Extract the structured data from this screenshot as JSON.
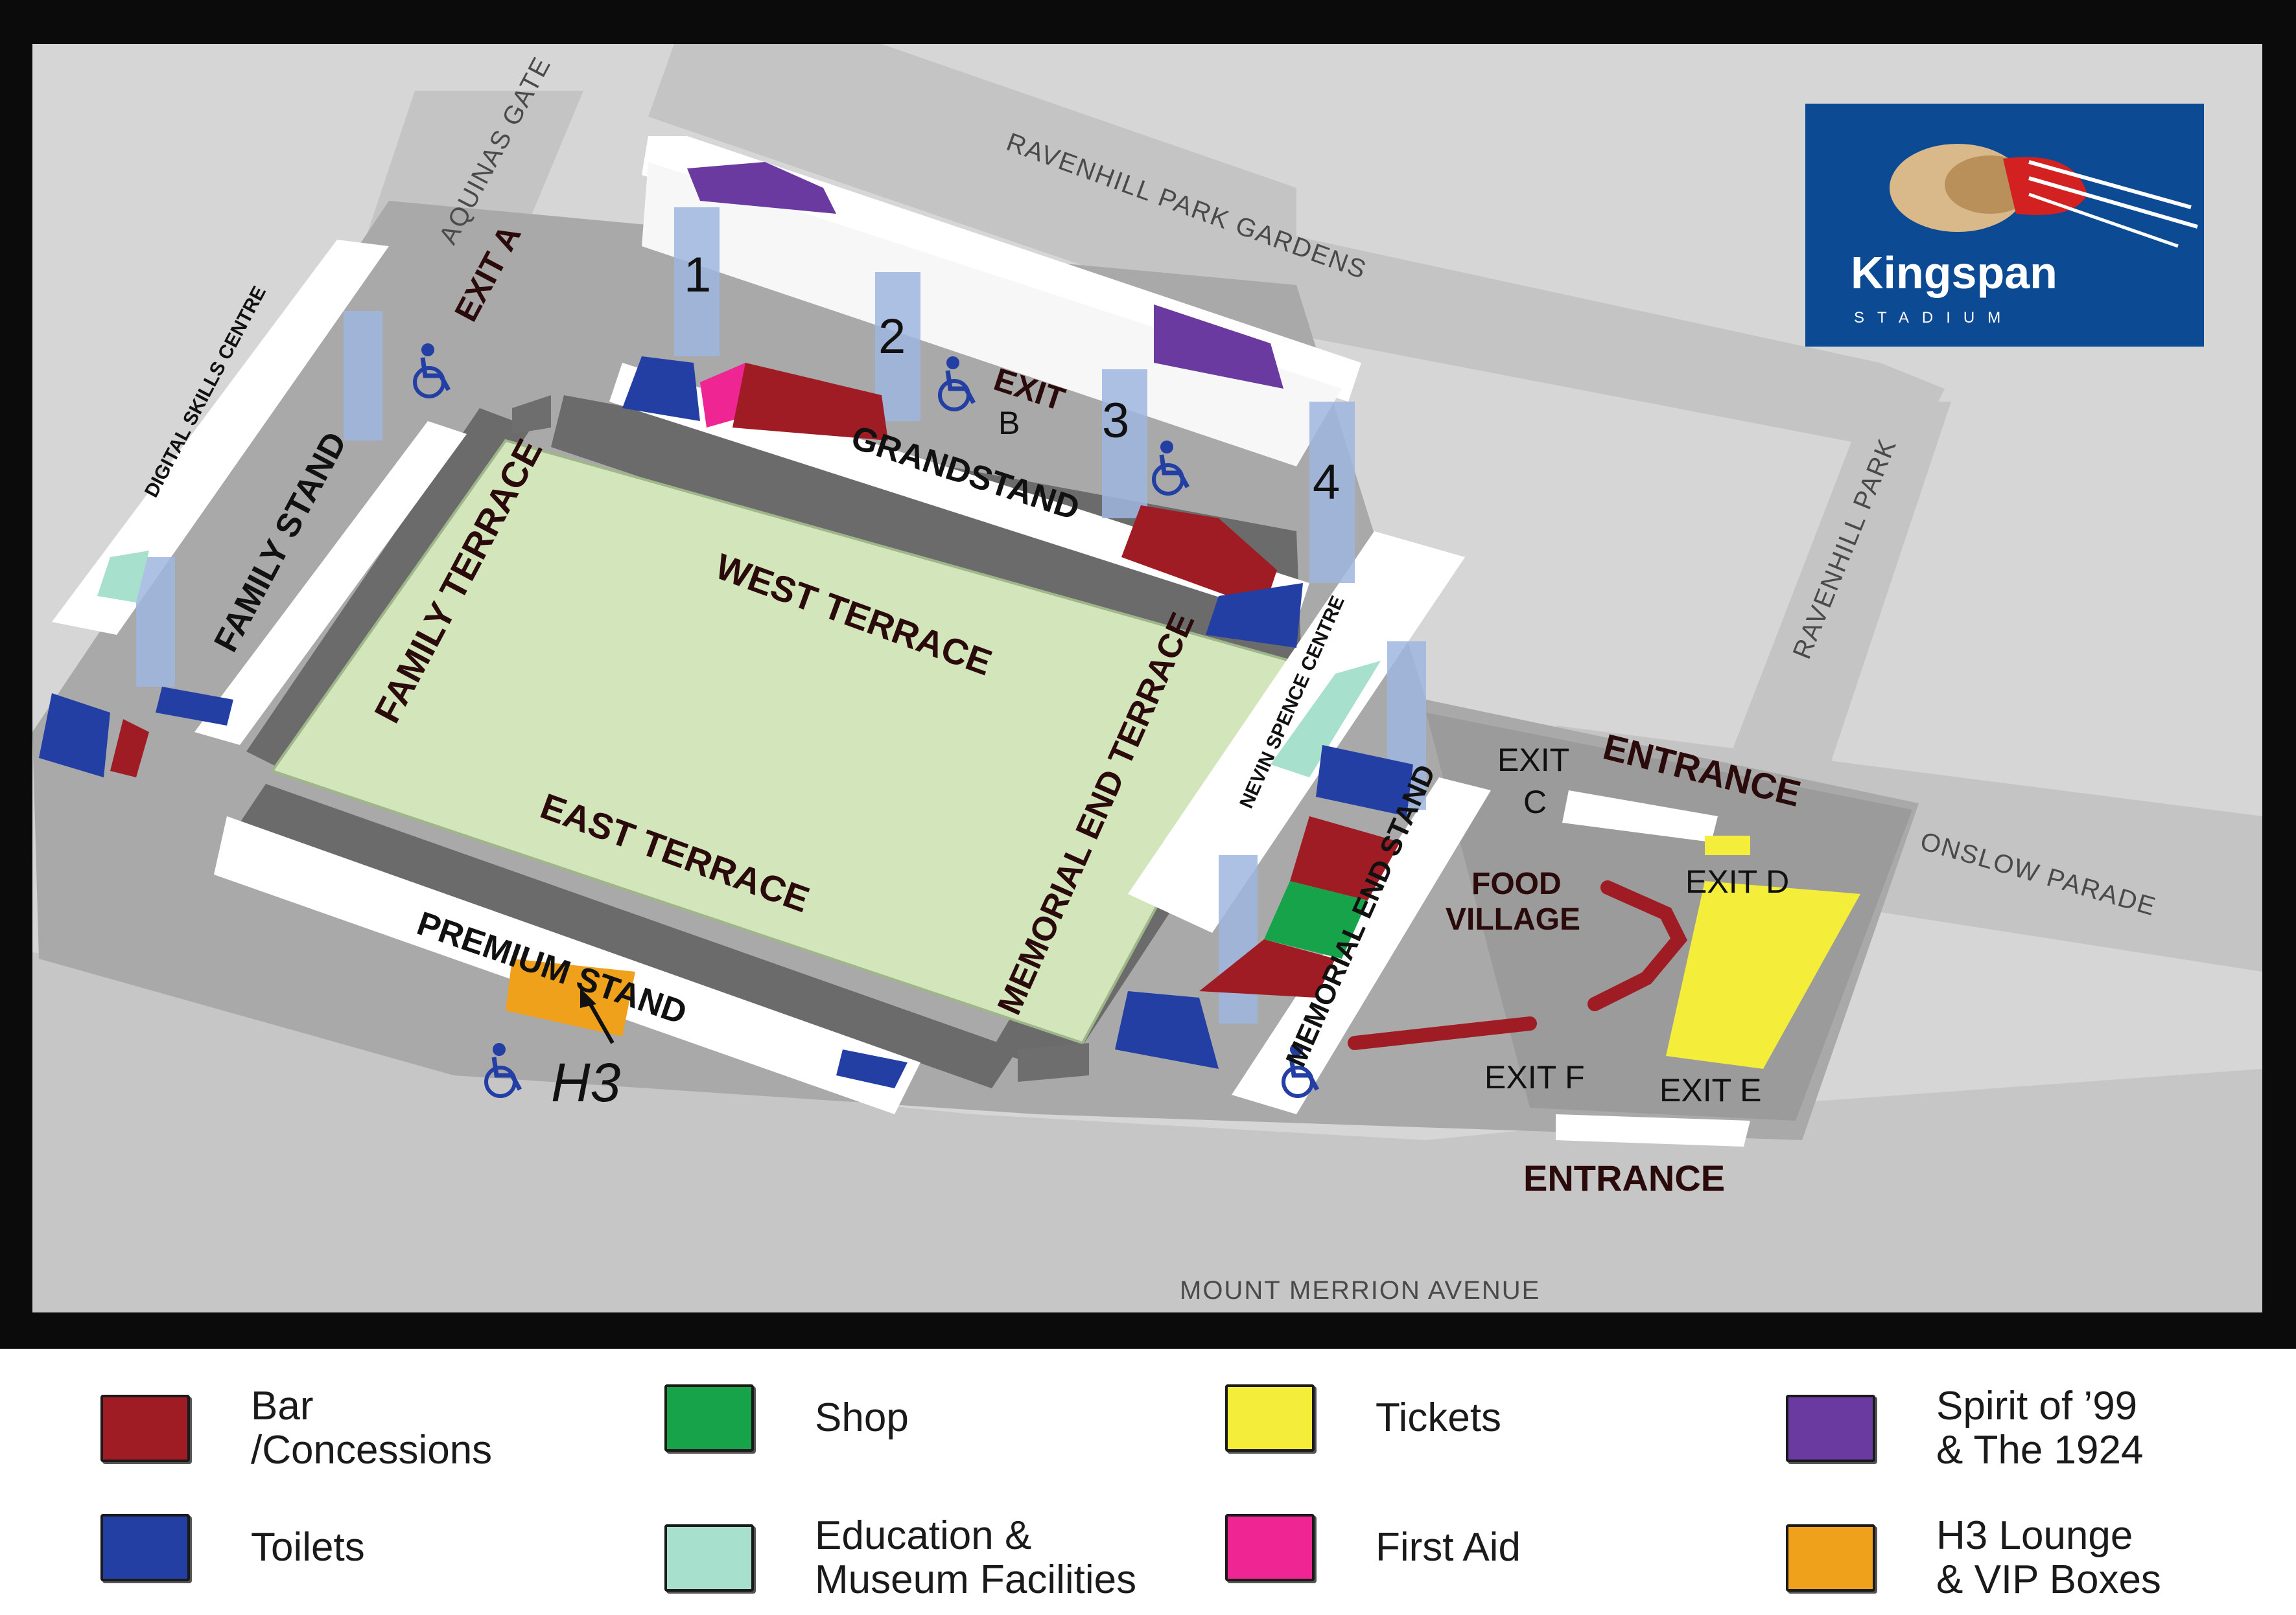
{
  "logo": {
    "brand": "Kingspan",
    "sub": "STADIUM",
    "bg": "#0d4a94"
  },
  "roads": {
    "ravenhill_park_gardens": "RAVENHILL PARK GARDENS",
    "aquinas_gate": "AQUINAS GATE",
    "ravenhill_park": "RAVENHILL PARK",
    "onslow_parade": "ONSLOW PARADE",
    "mount_merrion_avenue": "MOUNT MERRION AVENUE"
  },
  "stands": {
    "grandstand": "GRANDSTAND",
    "family_stand": "FAMILY STAND",
    "premium_stand": "PREMIUM STAND",
    "memorial_end_stand": "MEMORIAL END STAND",
    "digital_skills_centre": "DIGITAL SKILLS CENTRE",
    "nevin_spence_centre": "NEVIN SPENCE CENTRE"
  },
  "terraces": {
    "family_terrace": "FAMILY TERRACE",
    "west_terrace": "WEST TERRACE",
    "east_terrace": "EAST TERRACE",
    "memorial_end_terrace": "MEMORIAL END TERRACE"
  },
  "exits": {
    "exit_a": "EXIT A",
    "exit_b_1": "EXIT",
    "exit_b_2": "B",
    "exit_c_1": "EXIT",
    "exit_c_2": "C",
    "exit_d": "EXIT D",
    "exit_e": "EXIT E",
    "exit_f": "EXIT F"
  },
  "entrances": {
    "north": "ENTRANCE",
    "south": "ENTRANCE"
  },
  "food_village": {
    "line1": "FOOD",
    "line2": "VILLAGE"
  },
  "lift_numbers": [
    "1",
    "2",
    "3",
    "4"
  ],
  "h3_label": "H3",
  "colors": {
    "bar": "#a01c24",
    "shop": "#17a34a",
    "tickets": "#f4ee3a",
    "spirit": "#6b3aa0",
    "toilets": "#233fa4",
    "education": "#a7e0cc",
    "first_aid": "#ee2593",
    "h3": "#f0a11c",
    "pitch": "#d3e5bb",
    "ground": "#a9a9a9",
    "road": "#c9c9c9",
    "background": "#d6d6d6"
  },
  "legend": [
    {
      "label": "Bar\n/Concessions",
      "color": "#a01c24"
    },
    {
      "label": "Shop",
      "color": "#17a34a"
    },
    {
      "label": "Tickets",
      "color": "#f4ee3a"
    },
    {
      "label": "Spirit of ’99\n& The 1924",
      "color": "#6b3aa0"
    },
    {
      "label": "Toilets",
      "color": "#233fa4"
    },
    {
      "label": "Education &\nMuseum Facilities",
      "color": "#a7e0cc"
    },
    {
      "label": "First Aid",
      "color": "#ee2593"
    },
    {
      "label": "H3 Lounge\n& VIP Boxes",
      "color": "#f0a11c"
    }
  ]
}
